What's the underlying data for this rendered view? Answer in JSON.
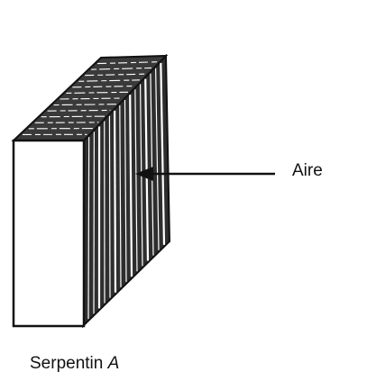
{
  "diagram": {
    "air_label": "Aire",
    "caption": {
      "prefix": "Serpentin",
      "letter": "A"
    },
    "colors": {
      "ink": "#111111",
      "face": "#ffffff",
      "fin_shade": "#3a3a3a"
    },
    "icon": "coil-block"
  }
}
